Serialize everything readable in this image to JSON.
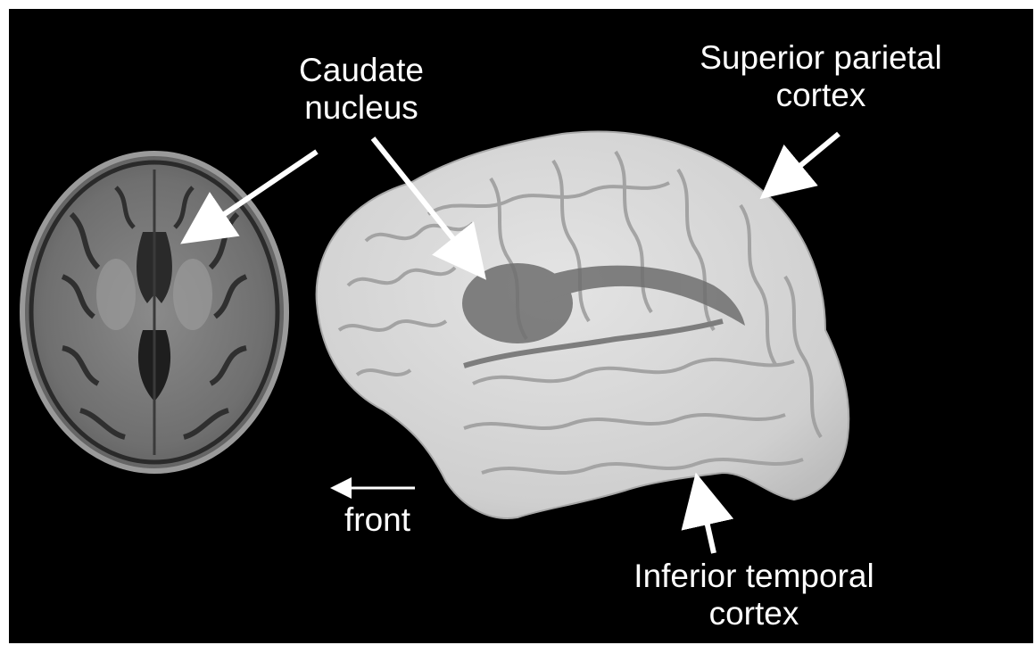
{
  "labels": {
    "caudate": [
      "Caudate",
      "nucleus"
    ],
    "superior_parietal": [
      "Superior parietal",
      "cortex"
    ],
    "inferior_temporal": [
      "Inferior temporal",
      "cortex"
    ],
    "front": "front"
  },
  "colors": {
    "background": "#000000",
    "text": "#ffffff",
    "arrow": "#ffffff",
    "brain_surface": "#d9d9d9",
    "caudate_highlight": "#6e6e6e"
  }
}
